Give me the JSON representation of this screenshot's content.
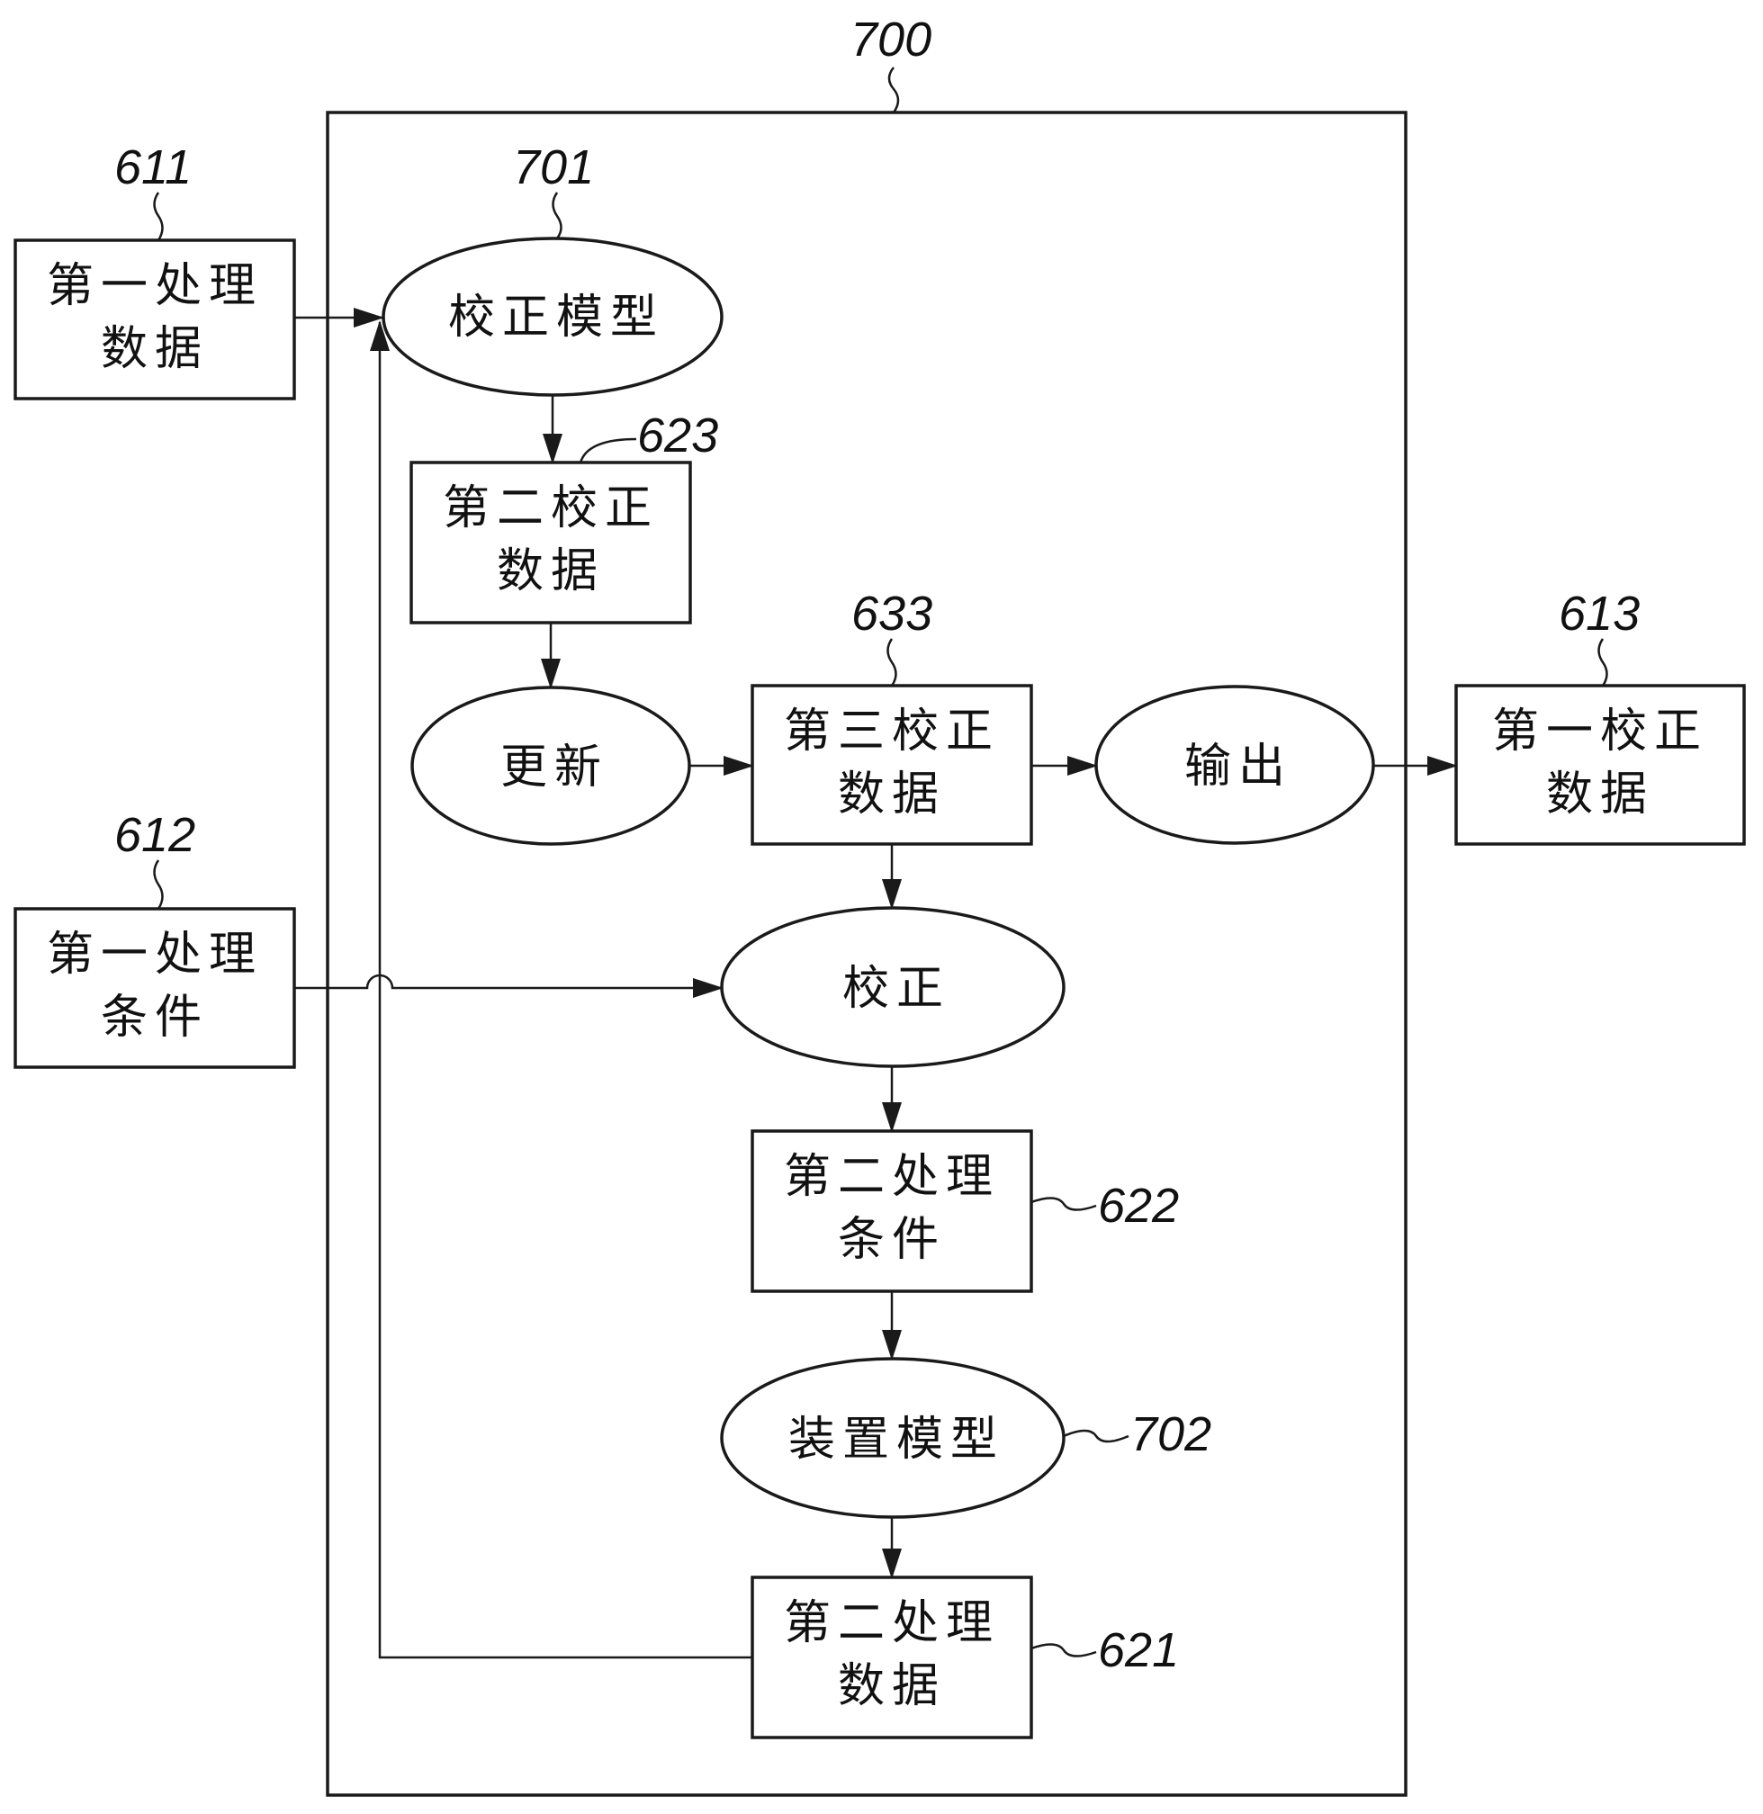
{
  "refs": {
    "r700": "700",
    "r701": "701",
    "r611": "611",
    "r612": "612",
    "r613": "613",
    "r623": "623",
    "r633": "633",
    "r622": "622",
    "r702": "702",
    "r621": "621"
  },
  "nodes": {
    "first_process_data": [
      "第一处理",
      "数据"
    ],
    "first_process_conditions": [
      "第一处理",
      "条件"
    ],
    "correction_model": "校正模型",
    "second_correction_data": [
      "第二校正",
      "数据"
    ],
    "update": "更新",
    "third_correction_data": [
      "第三校正",
      "数据"
    ],
    "output": "输出",
    "first_correction_data": [
      "第一校正",
      "数据"
    ],
    "correct": "校正",
    "second_process_conditions": [
      "第二处理",
      "条件"
    ],
    "device_model": "装置模型",
    "second_process_data": [
      "第二处理",
      "数据"
    ]
  }
}
